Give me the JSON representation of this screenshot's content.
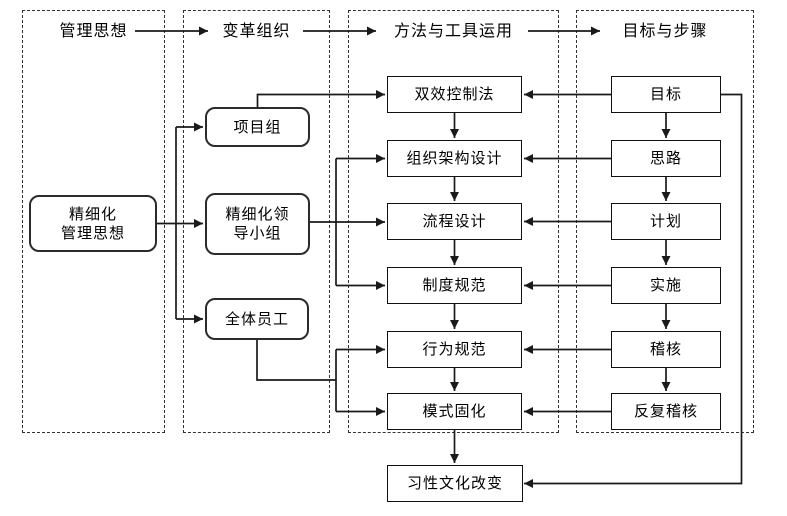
{
  "diagram": {
    "colors": {
      "background": "#ffffff",
      "line": "#1a1a1a",
      "border": "#111111",
      "text": "#000000"
    },
    "phases": [
      {
        "title": "管理思想"
      },
      {
        "title": "变革组织"
      },
      {
        "title": "方法与工具运用"
      },
      {
        "title": "目标与步骤"
      }
    ],
    "org_nodes": [
      {
        "label": "精细化\n管理思想"
      },
      {
        "label": "项目组"
      },
      {
        "label": "精细化领\n导小组"
      },
      {
        "label": "全体员工"
      }
    ],
    "method_nodes": [
      {
        "label": "双效控制法"
      },
      {
        "label": "组织架构设计"
      },
      {
        "label": "流程设计"
      },
      {
        "label": "制度规范"
      },
      {
        "label": "行为规范"
      },
      {
        "label": "模式固化"
      }
    ],
    "outcome_node": {
      "label": "习性文化改变"
    },
    "step_nodes": [
      {
        "label": "目标"
      },
      {
        "label": "思路"
      },
      {
        "label": "计划"
      },
      {
        "label": "实施"
      },
      {
        "label": "稽核"
      },
      {
        "label": "反复稽核"
      }
    ]
  }
}
